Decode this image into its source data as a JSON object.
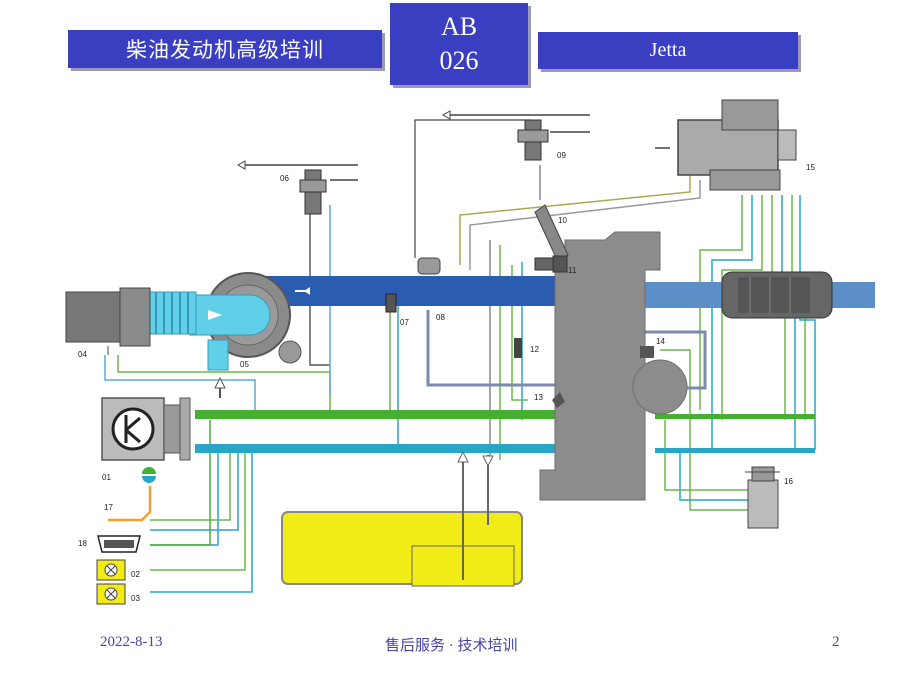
{
  "header": {
    "left_title": "柴油发动机高级培训",
    "center_code_line1": "AB",
    "center_code_line2": "026",
    "right_title": "Jetta"
  },
  "diagram": {
    "labels": {
      "l01": "01",
      "l02": "02",
      "l03": "03",
      "l04": "04",
      "l05": "05",
      "l06": "06",
      "l07": "07",
      "l08": "08",
      "l09": "09",
      "l10": "10",
      "l11": "11",
      "l12": "12",
      "l13": "13",
      "l14": "14",
      "l15": "15",
      "l16": "16",
      "l17": "17",
      "l18": "18"
    },
    "colors": {
      "intake_pipe": "#2a5db0",
      "exhaust_pipe": "#5c8fc8",
      "turbo_inlet": "#5fd0e8",
      "engine_block": "#8c8c8c",
      "fuel_tank": "#f2ec16",
      "signal_green": "#44b030",
      "signal_cyan": "#27a6c8",
      "wire_orange": "#f0a030"
    }
  },
  "footer": {
    "date": "2022-8-13",
    "center": "售后服务 · 技术培训",
    "page": "2"
  }
}
